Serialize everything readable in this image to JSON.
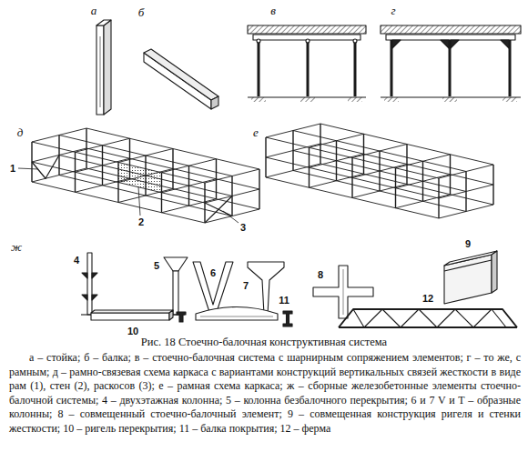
{
  "diagram": {
    "title": "Рис. 18 Стоечно-балочная конструктивная система",
    "caption": "а – стойка; б – балка; в – стоечно-балочная система с шарнирным сопряжением элементов; г – то же, с рамным; д – рамно-связевая схема каркаса с вариантами конструкций вертикальных связей жесткости в виде рам (1), стен (2), раскосов (3); е – рамная схема каркаса; ж – сборные железобетонные элементы стоечно-балочной системы; 4 – двухэтажная колонна; 5 – колонна безбалочного перекрытия; 6 и 7 V и Т – образные колонны; 8 – совмещенный стоечно-балочный элемент; 9 – совмещенная конструкция ригеля и стенки жесткости; 10 – ригель перекрытия; 11 – балка покрытия; 12 – ферма",
    "labels": [
      "а",
      "б",
      "в",
      "г",
      "д",
      "е",
      "ж",
      "1",
      "2",
      "3",
      "4",
      "5",
      "6",
      "7",
      "8",
      "9",
      "10",
      "11",
      "12"
    ]
  }
}
